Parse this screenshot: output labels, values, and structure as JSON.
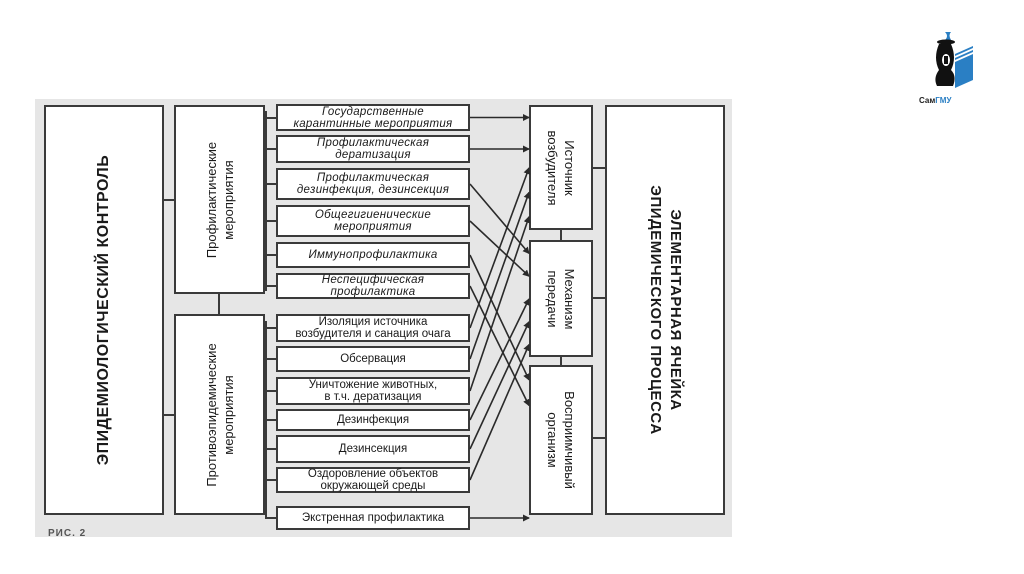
{
  "logo": {
    "name_part1": "Сам",
    "name_part2": "ГМУ",
    "accent_color": "#2a7fc4"
  },
  "diagram": {
    "root": "ЭПИДЕМИОЛОГИЧЕСКИЙ КОНТРОЛЬ",
    "groups": [
      {
        "label_line1": "Профилактические",
        "label_line2": "мероприятия",
        "items": [
          {
            "line1": "Государственные",
            "line2": "карантинные  мероприятия",
            "italic": true
          },
          {
            "line1": "Профилактическая",
            "line2": "дератизация",
            "italic": true
          },
          {
            "line1": "Профилактическая",
            "line2": "дезинфекция, дезинсекция",
            "italic": true
          },
          {
            "line1": "Общегигиенические",
            "line2": "мероприятия",
            "italic": true
          },
          {
            "line1": "Иммунопрофилактика",
            "line2": "",
            "italic": true
          },
          {
            "line1": "Неспецифическая",
            "line2": "профилактика",
            "italic": true
          }
        ]
      },
      {
        "label_line1": "Противоэпидемические",
        "label_line2": "мероприятия",
        "items": [
          {
            "line1": "Изоляция источника",
            "line2": "возбудителя и санация очага",
            "italic": false
          },
          {
            "line1": "Обсервация",
            "line2": "",
            "italic": false
          },
          {
            "line1": "Уничтожение животных,",
            "line2": "в т.ч. дератизация",
            "italic": false
          },
          {
            "line1": "Дезинфекция",
            "line2": "",
            "italic": false
          },
          {
            "line1": "Дезинсекция",
            "line2": "",
            "italic": false
          },
          {
            "line1": "Оздоровление объектов",
            "line2": "окружающей среды",
            "italic": false
          },
          {
            "line1": "Экстренная профилактика",
            "line2": "",
            "italic": false
          }
        ]
      }
    ],
    "targets": [
      {
        "line1": "Источник",
        "line2": "возбудителя"
      },
      {
        "line1": "Механизм",
        "line2": "передачи"
      },
      {
        "line1": "Восприимчивый",
        "line2": "организм"
      }
    ],
    "cell": {
      "line1": "ЭЛЕМЕНТАРНАЯ ЯЧЕЙКА",
      "line2": "ЭПИДЕМИЧЕСКОГО ПРОЦЕССА"
    },
    "connections": [
      {
        "from": 0,
        "to": 0
      },
      {
        "from": 1,
        "to": 0
      },
      {
        "from": 2,
        "to": 1
      },
      {
        "from": 3,
        "to": 1
      },
      {
        "from": 4,
        "to": 2
      },
      {
        "from": 5,
        "to": 2
      },
      {
        "from": 6,
        "to": 0
      },
      {
        "from": 7,
        "to": 0
      },
      {
        "from": 8,
        "to": 0
      },
      {
        "from": 9,
        "to": 1
      },
      {
        "from": 10,
        "to": 1
      },
      {
        "from": 11,
        "to": 1
      },
      {
        "from": 12,
        "to": 2
      }
    ],
    "caption": "РИС. 2"
  }
}
